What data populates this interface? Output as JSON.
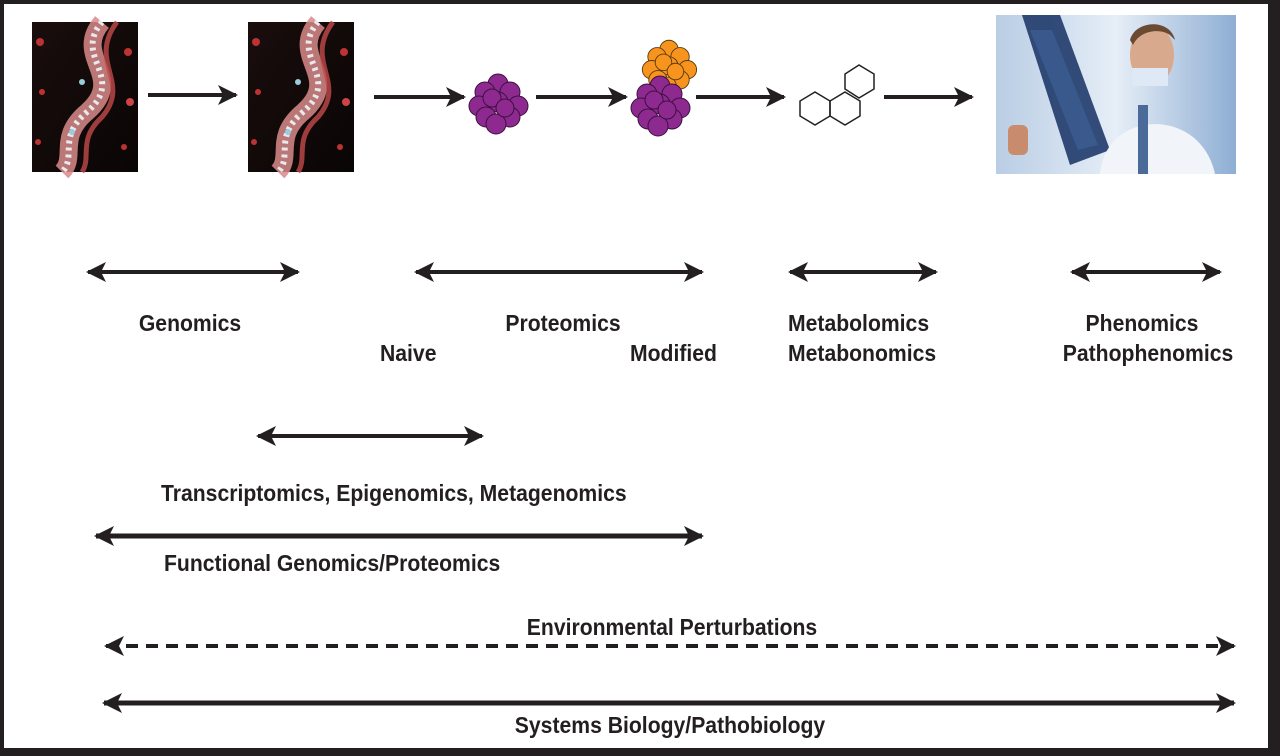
{
  "figure": {
    "pipeline_stages": [
      {
        "id": "dna-1",
        "kind": "image",
        "depicts": "DNA double helix"
      },
      {
        "id": "dna-2",
        "kind": "image",
        "depicts": "DNA double helix"
      },
      {
        "id": "protein-naive",
        "kind": "illustration",
        "depicts": "naive protein cluster",
        "color": "#8e2a8f"
      },
      {
        "id": "protein-modified",
        "kind": "illustration",
        "depicts": "modified protein cluster",
        "colors": [
          "#f7941d",
          "#8e2a8f"
        ]
      },
      {
        "id": "metabolite",
        "kind": "illustration",
        "depicts": "polycyclic metabolite structure"
      },
      {
        "id": "phenotype",
        "kind": "image",
        "depicts": "physician examining x-ray"
      }
    ],
    "labels": {
      "genomics": "Genomics",
      "proteomics": "Proteomics",
      "naive": "Naive",
      "modified": "Modified",
      "metabolomics": "Metabolomics",
      "metabonomics": "Metabonomics",
      "phenomics": "Phenomics",
      "pathophenomics": "Pathophenomics",
      "transcriptomics": "Transcriptomics, Epigenomics, Metagenomics",
      "functional": "Functional Genomics/Proteomics",
      "environmental": "Environmental Perturbations",
      "systems": "Systems Biology/Pathobiology"
    },
    "colors": {
      "ink": "#231f20",
      "protein_purple": "#8e2a8f",
      "modification_orange": "#f7941d",
      "background": "#ffffff"
    }
  }
}
